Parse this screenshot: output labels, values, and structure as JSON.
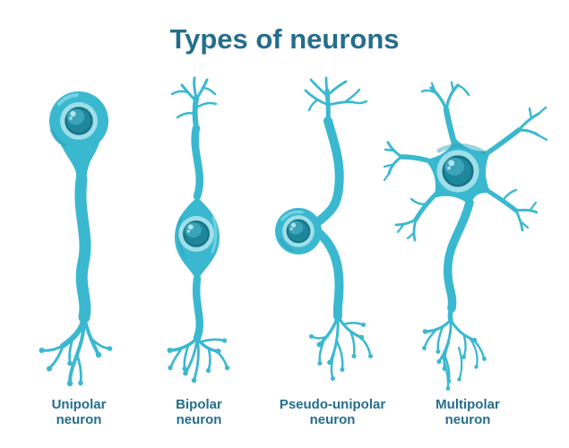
{
  "title": "Types of neurons",
  "colors": {
    "background": "#ffffff",
    "text": "#256d8c",
    "body": "#3ab8d0",
    "body_light": "#7fd6e3",
    "body_shadow": "#2aa0b8",
    "nucleus_ring": "#9edfe9",
    "nucleus_ball": "#1e879c",
    "nucleus_rim": "#177286",
    "nucleus_sheen": "#3ba4b8",
    "nucleus_glint": "#aee4ed"
  },
  "neurons": [
    {
      "id": "unipolar",
      "name": "Unipolar neuron",
      "label_line1": "Unipolar",
      "label_line2": "neuron"
    },
    {
      "id": "bipolar",
      "name": "Bipolar neuron",
      "label_line1": "Bipolar",
      "label_line2": "neuron"
    },
    {
      "id": "pseudo-unipolar",
      "name": "Pseudo-unipolar neuron",
      "label_line1": "Pseudo-unipolar",
      "label_line2": "neuron"
    },
    {
      "id": "multipolar",
      "name": "Multipolar neuron",
      "label_line1": "Multipolar",
      "label_line2": "neuron"
    }
  ]
}
